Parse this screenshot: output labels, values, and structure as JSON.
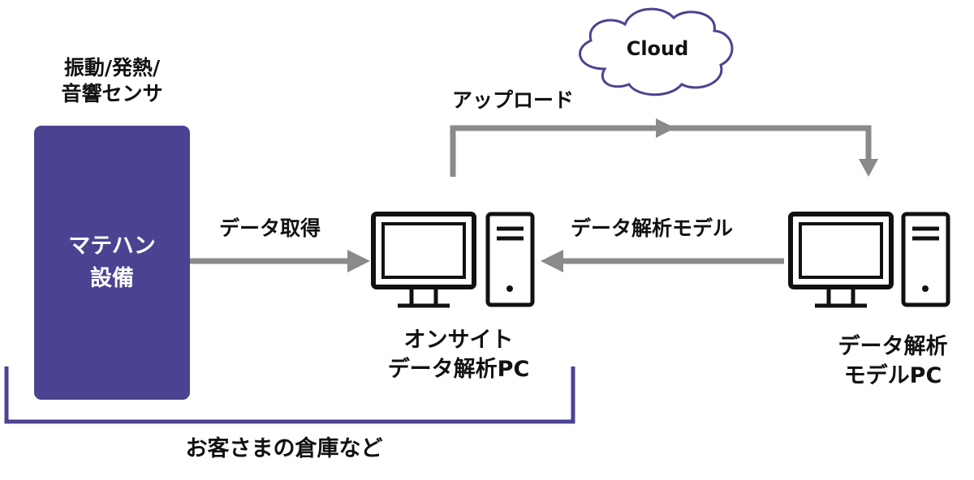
{
  "colors": {
    "equipment_fill": "#4b4391",
    "bracket": "#4b4391",
    "arrow": "#8a8a8a",
    "cloud_stroke": "#4b4391",
    "icon_stroke": "#111111"
  },
  "sensor_label": [
    "振動/発熱/",
    "音響センサ"
  ],
  "equipment_label": [
    "マテハン",
    "設備"
  ],
  "cloud_label": "Cloud",
  "upload_label": "アップロード",
  "acquire_label": "データ取得",
  "model_label": "データ解析モデル",
  "onsite_pc_label": [
    "オンサイト",
    "データ解析PC"
  ],
  "analysis_pc_label": [
    "データ解析",
    "モデルPC"
  ],
  "warehouse_label": "お客さまの倉庫など",
  "icons": [
    "monitor-icon",
    "pc-tower-icon",
    "cloud-icon"
  ]
}
